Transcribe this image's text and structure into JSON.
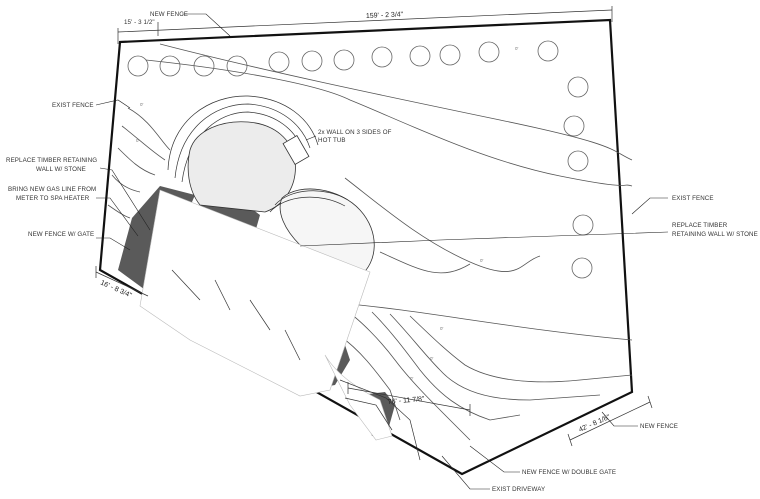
{
  "labels": {
    "new_fence_top": "NEW FENCE",
    "dim_top": "159' - 2 3/4\"",
    "dim_top_left": "15' - 3 1/2\"",
    "exist_fence_left": "EXIST FENCE",
    "wall_hot_tub_1": "2x WALL ON 3 SIDES OF",
    "wall_hot_tub_2": "HOT TUB",
    "replace_timber_left_1": "REPLACE TIMBER RETAINING",
    "replace_timber_left_2": "WALL W/ STONE",
    "gas_line_1": "BRING NEW GAS LINE FROM",
    "gas_line_2": "METER TO SPA HEATER",
    "new_fence_gate": "NEW FENCE W/ GATE",
    "dim_left_bottom": "16' - 8 3/4\"",
    "exist_fence_right": "EXIST FENCE",
    "replace_timber_right_1": "REPLACE TIMBER",
    "replace_timber_right_2": "RETAINING WALL W/ STONE",
    "dim_driveway": "76' - 11 7/8\"",
    "dim_bottom_right": "42' - 8 1/8\"",
    "new_fence_bottom": "NEW FENCE",
    "double_gate": "NEW FENCE W/ DOUBLE GATE",
    "exist_driveway": "EXIST DRIVEWAY"
  },
  "colors": {
    "line": "#111111",
    "shadow": "#5a5a5a",
    "background": "#ffffff"
  }
}
